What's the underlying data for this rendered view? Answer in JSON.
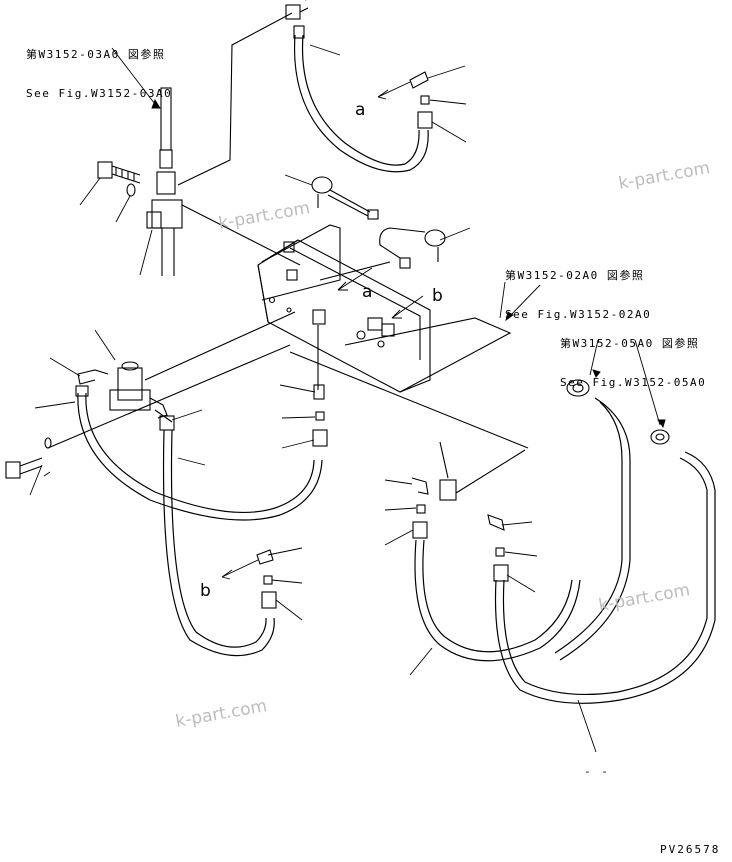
{
  "references": [
    {
      "jp": "第W3152-03A0 図参照",
      "en": "See Fig.W3152-03A0"
    },
    {
      "jp": "第W3152-02A0 図参照",
      "en": "See Fig.W3152-02A0"
    },
    {
      "jp": "第W3152-05A0 図参照",
      "en": "See Fig.W3152-05A0"
    }
  ],
  "callouts": [
    "a",
    "a",
    "b",
    "b"
  ],
  "watermark": "k-part.com",
  "drawing_code": "PV26578",
  "bottom_mark": "- -"
}
